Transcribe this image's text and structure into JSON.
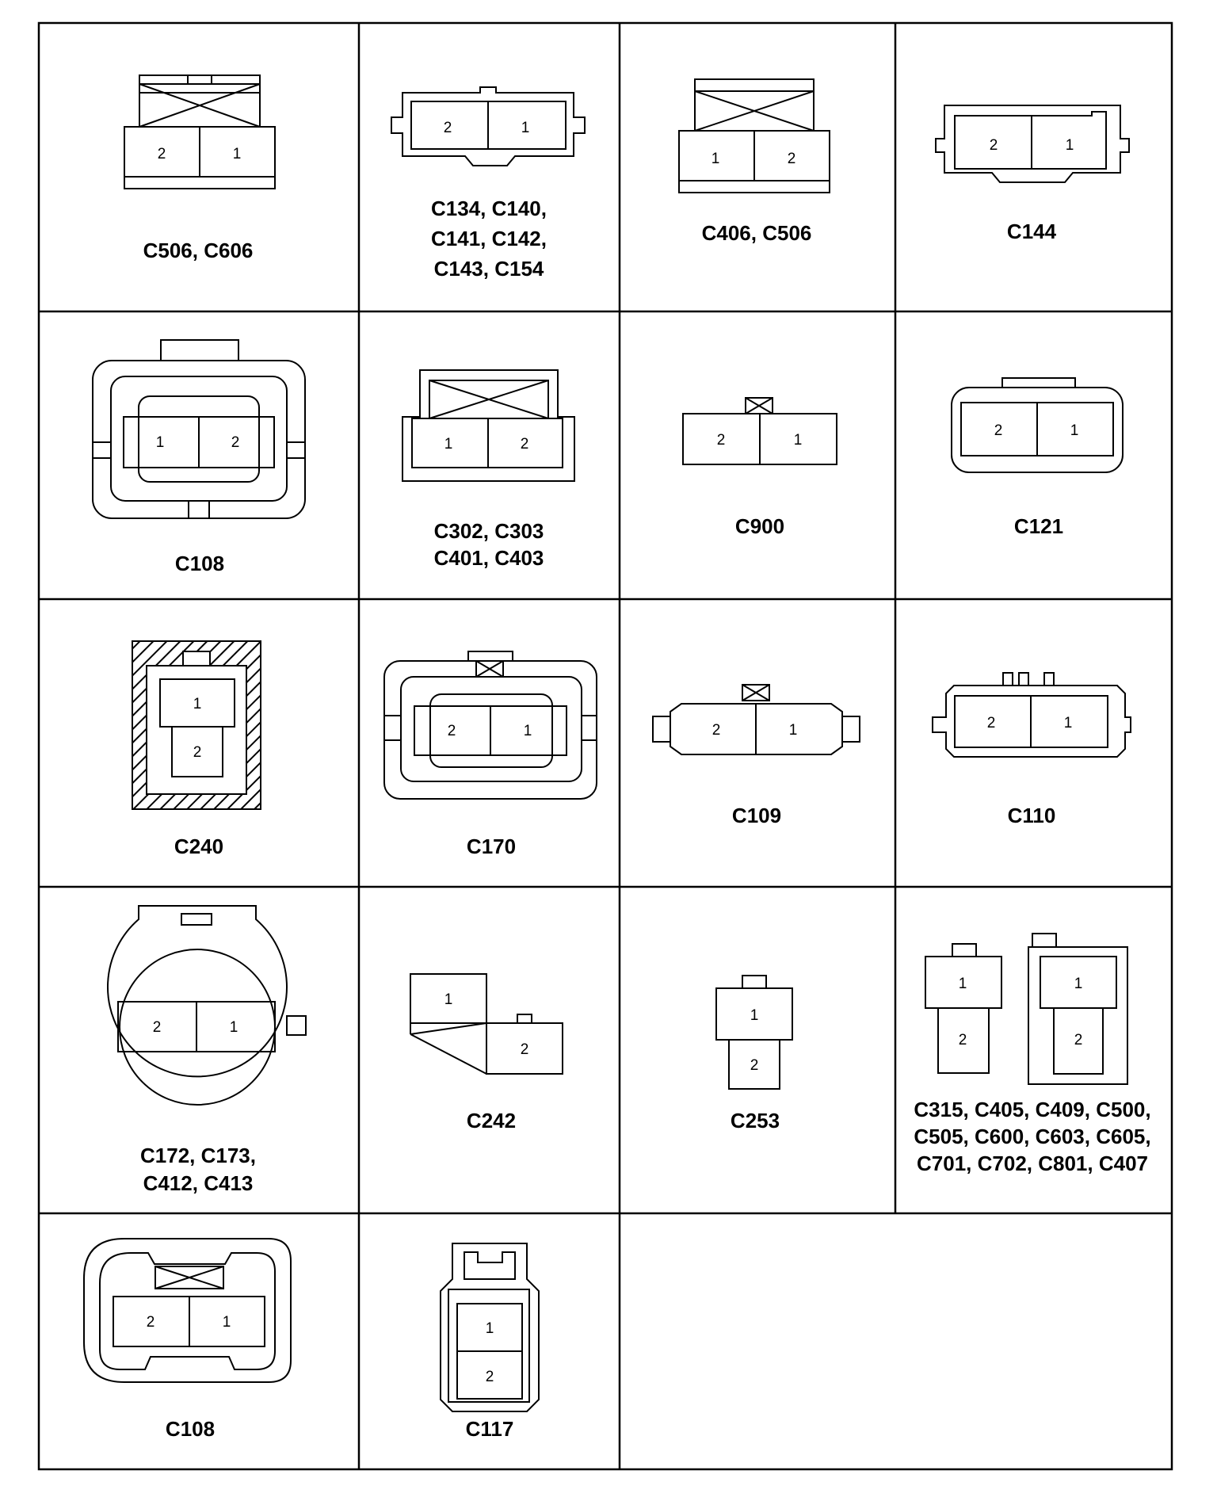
{
  "cells": [
    {
      "id": "r1c1",
      "pins": [
        "2",
        "1"
      ],
      "label": [
        "C506, C606"
      ]
    },
    {
      "id": "r1c2",
      "pins": [
        "2",
        "1"
      ],
      "label": [
        "C134, C140,",
        "C141, C142,",
        "C143, C154"
      ]
    },
    {
      "id": "r1c3",
      "pins": [
        "1",
        "2"
      ],
      "label": [
        "C406, C506"
      ]
    },
    {
      "id": "r1c4",
      "pins": [
        "2",
        "1"
      ],
      "label": [
        "C144"
      ]
    },
    {
      "id": "r2c1",
      "pins": [
        "1",
        "2"
      ],
      "label": [
        "C108"
      ]
    },
    {
      "id": "r2c2",
      "pins": [
        "1",
        "2"
      ],
      "label": [
        "C302,   C303",
        "C401,   C403"
      ]
    },
    {
      "id": "r2c3",
      "pins": [
        "2",
        "1"
      ],
      "label": [
        "C900"
      ]
    },
    {
      "id": "r2c4",
      "pins": [
        "2",
        "1"
      ],
      "label": [
        "C121"
      ]
    },
    {
      "id": "r3c1",
      "pins": [
        "1",
        "2"
      ],
      "label": [
        "C240"
      ]
    },
    {
      "id": "r3c2",
      "pins": [
        "2",
        "1"
      ],
      "label": [
        "C170"
      ]
    },
    {
      "id": "r3c3",
      "pins": [
        "2",
        "1"
      ],
      "label": [
        "C109"
      ]
    },
    {
      "id": "r3c4",
      "pins": [
        "2",
        "1"
      ],
      "label": [
        "C110"
      ]
    },
    {
      "id": "r4c1",
      "pins": [
        "2",
        "1"
      ],
      "label": [
        "C172,  C173,",
        "C412,  C413"
      ]
    },
    {
      "id": "r4c2",
      "pins": [
        "1",
        "2"
      ],
      "label": [
        "C242"
      ]
    },
    {
      "id": "r4c3",
      "pins": [
        "1",
        "2"
      ],
      "label": [
        "C253"
      ]
    },
    {
      "id": "r4c4",
      "pins": [
        "1",
        "2",
        "1",
        "2"
      ],
      "label": [
        "C315, C405, C409, C500,",
        "C505, C600, C603, C605,",
        "C701, C702, C801, C407"
      ]
    },
    {
      "id": "r5c1",
      "pins": [
        "2",
        "1"
      ],
      "label": [
        "C108"
      ]
    },
    {
      "id": "r5c2",
      "pins": [
        "1",
        "2"
      ],
      "label": [
        "C117"
      ]
    }
  ]
}
